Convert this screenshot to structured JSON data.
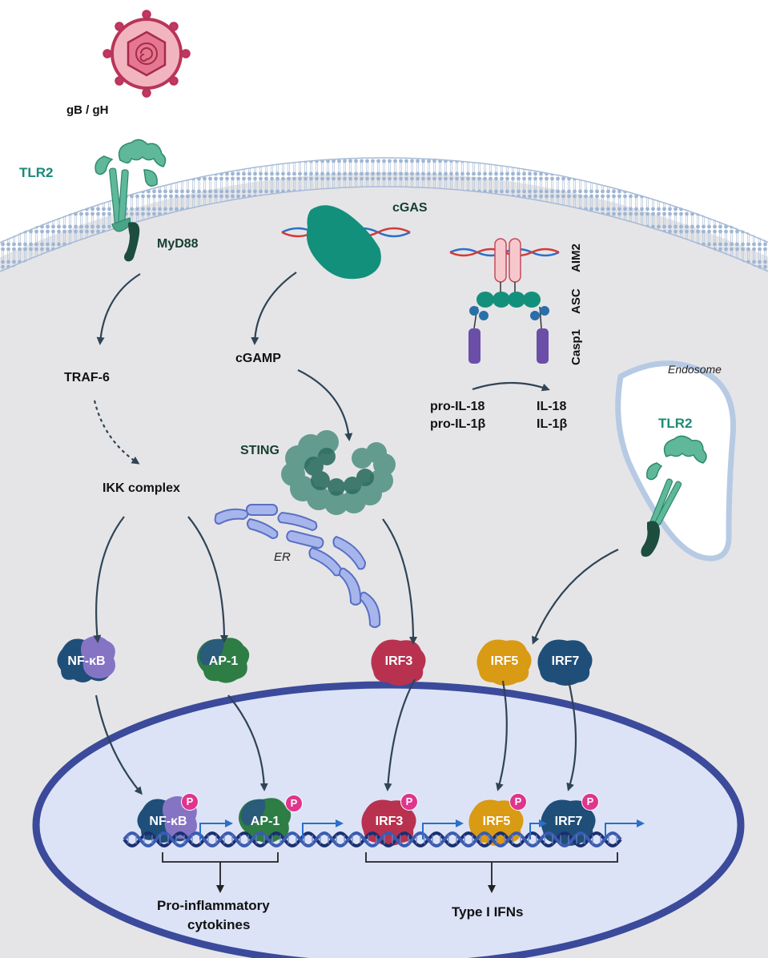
{
  "virus": {
    "label": "gB / gH"
  },
  "membrane": {
    "tlr2_label": "TLR2",
    "myd88_label": "MyD88"
  },
  "cgas": {
    "label": "cGAS",
    "product": "cGAMP"
  },
  "inflammasome": {
    "aim2": "AIM2",
    "asc": "ASC",
    "casp1": "Casp1"
  },
  "cytokines": {
    "pro_il18": "pro-IL-18",
    "pro_il1b": "pro-IL-1β",
    "il18": "IL-18",
    "il1b": "IL-1β"
  },
  "endosome": {
    "label": "Endosome",
    "tlr2_label": "TLR2"
  },
  "traf6": "TRAF-6",
  "ikk": "IKK complex",
  "sting": {
    "label": "STING",
    "er_label": "ER"
  },
  "tf_cytoplasm": {
    "nfkb": "NF-κB",
    "ap1": "AP-1",
    "irf3": "IRF3",
    "irf5": "IRF5",
    "irf7": "IRF7"
  },
  "tf_nucleus": {
    "nfkb": "NF-κB",
    "ap1": "AP-1",
    "irf3": "IRF3",
    "irf5": "IRF5",
    "irf7": "IRF7",
    "phospho": "P"
  },
  "outputs": {
    "proinflammatory_line1": "Pro-inflammatory",
    "proinflammatory_line2": "cytokines",
    "type1_ifn": "Type I IFNs"
  },
  "colors": {
    "teal": "#1b8a76",
    "dark_teal": "#16402f",
    "navy": "#1f4e79",
    "purple": "#8574c4",
    "green": "#2e7d45",
    "crimson": "#b83250",
    "gold": "#d99a14",
    "pink": "#e0348d",
    "nucleus": "#dce3f7",
    "nucleus_border": "#3b4a9a",
    "cytoplasm": "#e5e5e8"
  }
}
